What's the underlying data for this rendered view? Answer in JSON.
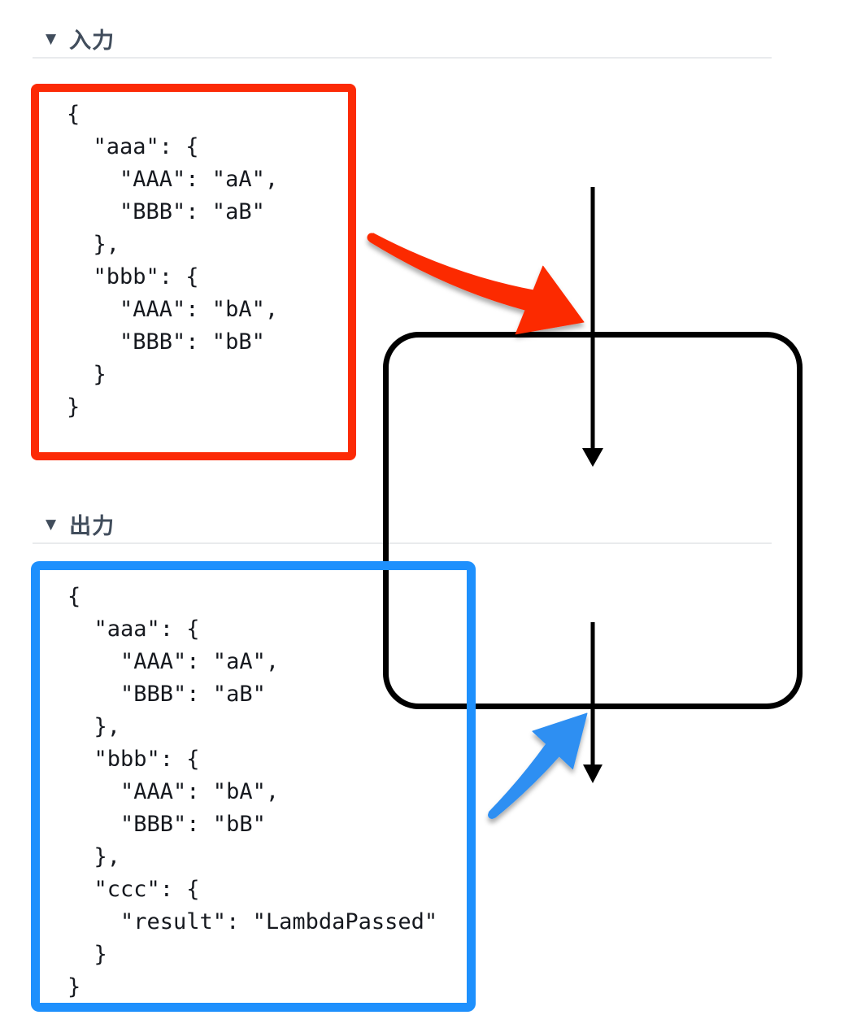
{
  "sections": {
    "input": {
      "collapse_icon": "▼",
      "label": "入力",
      "json_code": "{\n  \"aaa\": {\n    \"AAA\": \"aA\",\n    \"BBB\": \"aB\"\n  },\n  \"bbb\": {\n    \"AAA\": \"bA\",\n    \"BBB\": \"bB\"\n  }\n}"
    },
    "output": {
      "collapse_icon": "▼",
      "label": "出力",
      "json_code": "{\n  \"aaa\": {\n    \"AAA\": \"aA\",\n    \"BBB\": \"aB\"\n  },\n  \"bbb\": {\n    \"AAA\": \"bA\",\n    \"BBB\": \"bB\"\n  },\n  \"ccc\": {\n    \"result\": \"LambdaPassed\"\n  }\n}"
    }
  },
  "colors": {
    "input_highlight": "#fc2a06",
    "output_highlight": "#1e90fd",
    "output_arrow": "#2e8ff2",
    "flow_arrow": "#000000",
    "header_text": "#414d5c",
    "code_text": "#16191f",
    "divider": "#e9ebed"
  }
}
